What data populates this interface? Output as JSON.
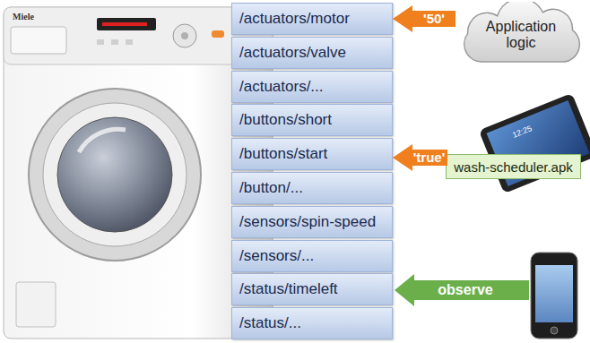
{
  "diagram": {
    "nodes": [
      {
        "text": [
          "/actuators/motor"
        ]
      },
      {
        "text": [
          "/actuators/valve"
        ]
      },
      {
        "text": [
          "/actuators/..."
        ]
      },
      {
        "text": [
          "/buttons/short"
        ]
      },
      {
        "text": [
          "/buttons/start"
        ]
      },
      {
        "text": [
          "/button/..."
        ]
      },
      {
        "text": [
          "/sensors/spin-speed"
        ]
      },
      {
        "text": [
          "/sensors/..."
        ]
      },
      {
        "text": [
          "/status/timeleft"
        ]
      },
      {
        "text": [
          "/status/..."
        ]
      },
      {
        "text": [
          "Application logic"
        ]
      },
      {
        "text": [
          "wash-scheduler.apk"
        ]
      }
    ],
    "edges": [
      {
        "from": 10,
        "to": 0,
        "label": "'50'",
        "arrow": "to"
      },
      {
        "from": 11,
        "to": 4,
        "label": "'true'",
        "arrow": "to"
      }
    ],
    "labels": [
      "observe",
      "Miele",
      "12:25"
    ]
  }
}
